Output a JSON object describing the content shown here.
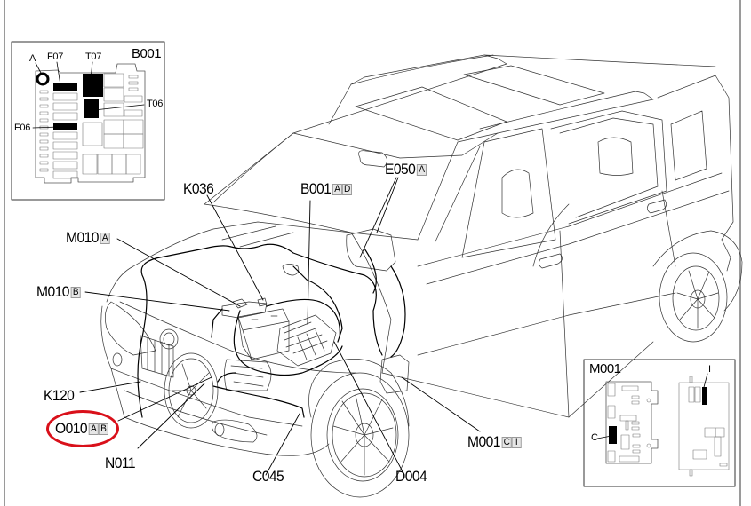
{
  "diagram": {
    "subject": "Vehicle component location diagram (hatchback, front-left view)",
    "highlight_color": "#d9101a",
    "line_color": "#000000",
    "badge_fill": "#e6e6e6"
  },
  "inset_fusebox": {
    "title": "B001",
    "callouts": {
      "A": "A",
      "F07": "F07",
      "T07": "T07",
      "T06": "T06",
      "F06": "F06"
    }
  },
  "inset_module": {
    "title": "M001",
    "callouts": {
      "C": "C",
      "I": "I"
    }
  },
  "labels": {
    "k036": {
      "code": "K036",
      "badges": []
    },
    "b001": {
      "code": "B001",
      "badges": [
        "A",
        "D"
      ]
    },
    "e050": {
      "code": "E050",
      "badges": [
        "A"
      ]
    },
    "m010a": {
      "code": "M010",
      "badges": [
        "A"
      ]
    },
    "m010b": {
      "code": "M010",
      "badges": [
        "B"
      ]
    },
    "k120": {
      "code": "K120",
      "badges": []
    },
    "o010": {
      "code": "O010",
      "badges": [
        "A",
        "B"
      ],
      "highlighted": true
    },
    "n011": {
      "code": "N011",
      "badges": []
    },
    "c045": {
      "code": "C045",
      "badges": []
    },
    "d004": {
      "code": "D004",
      "badges": []
    },
    "m001": {
      "code": "M001",
      "badges": [
        "C",
        "I"
      ]
    }
  }
}
